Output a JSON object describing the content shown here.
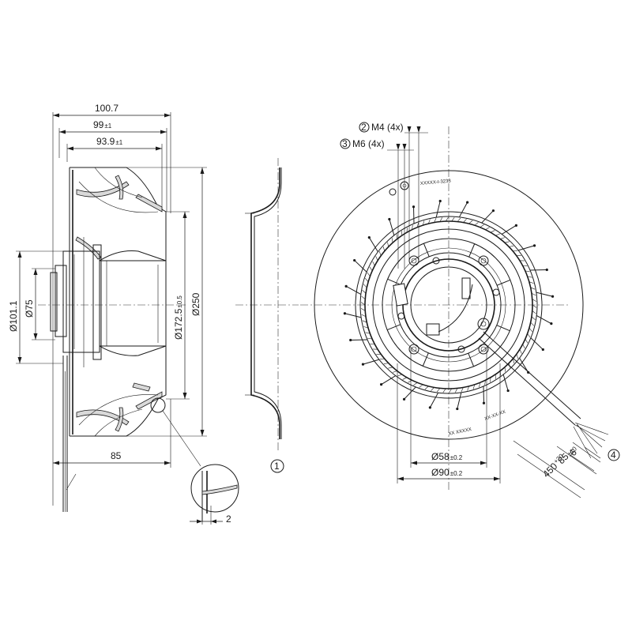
{
  "side_view": {
    "overall_depth": "100.7",
    "depth_2": "99",
    "depth_2_tol": "±1",
    "depth_3": "93.9",
    "depth_3_tol": "±1",
    "hub_dia": "Ø101.1",
    "motor_dia": "Ø75",
    "ring_dia": "Ø172.5",
    "ring_dia_tol": "±0.5",
    "outer_dia": "Ø250",
    "base_depth": "85",
    "detail_gap": "2"
  },
  "inlet_ring": {
    "callout": "1"
  },
  "front_view": {
    "callout_2": "2",
    "m4_label": "M4 (4x)",
    "callout_3": "3",
    "m6_label": "M6 (4x)",
    "dia_58": "Ø58",
    "dia_58_tol": "±0.2",
    "dia_90": "Ø90",
    "dia_90_tol": "±0.2",
    "lead_6": "6",
    "lead_85": "85",
    "lead_85_tol": "±10",
    "lead_450": "450",
    "lead_450_tol": "+20",
    "callout_4": "4",
    "part_no_top": "XXXXX-I-3233",
    "part_no_bottom": "XX XXXXX",
    "part_no_side": "XX-XX-XX"
  }
}
